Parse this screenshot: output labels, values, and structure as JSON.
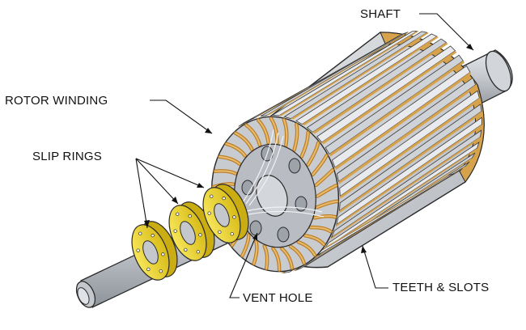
{
  "labels": {
    "shaft": "SHAFT",
    "rotor_winding": "ROTOR WINDING",
    "slip_rings": "SLIP RINGS",
    "vent_hole": "VENT HOLE",
    "teeth_slots": "TEETH & SLOTS"
  },
  "colors": {
    "shaft": "#c9ccd1",
    "shaft_dark": "#8f949b",
    "core": "#d3d5d9",
    "core_dark": "#a9adb3",
    "winding": "#d6a24c",
    "slip_ring": "#f2dd2e",
    "slip_ring_dark": "#c9ad12",
    "outline": "#2a2a2a"
  }
}
